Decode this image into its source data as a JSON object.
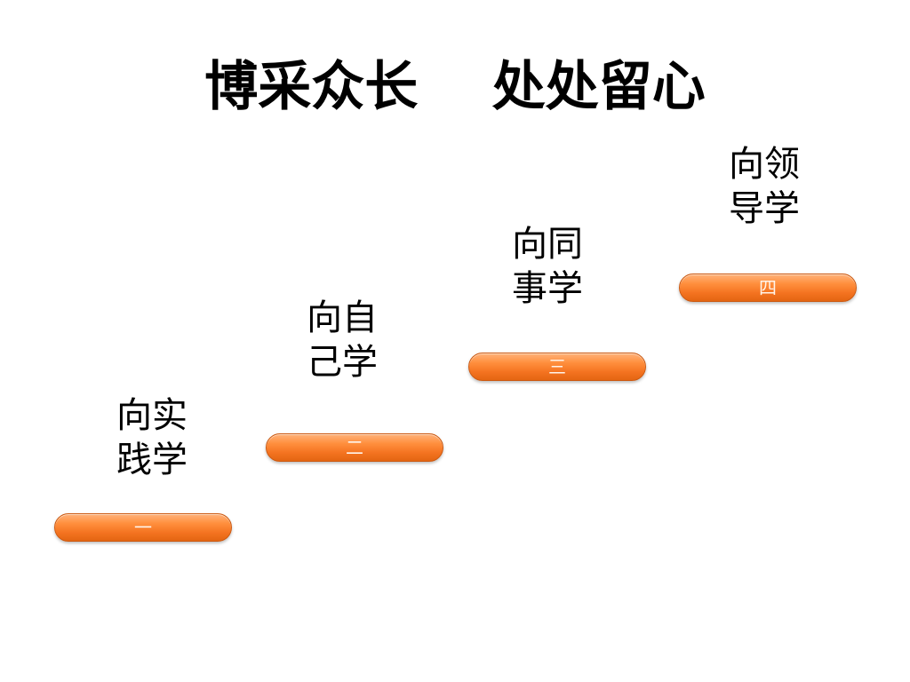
{
  "title": "博采众长    处处留心",
  "steps": [
    {
      "number": "一",
      "label": "向实践学"
    },
    {
      "number": "二",
      "label": "向自己学"
    },
    {
      "number": "三",
      "label": "向同事学"
    },
    {
      "number": "四",
      "label": "向领导学"
    }
  ]
}
